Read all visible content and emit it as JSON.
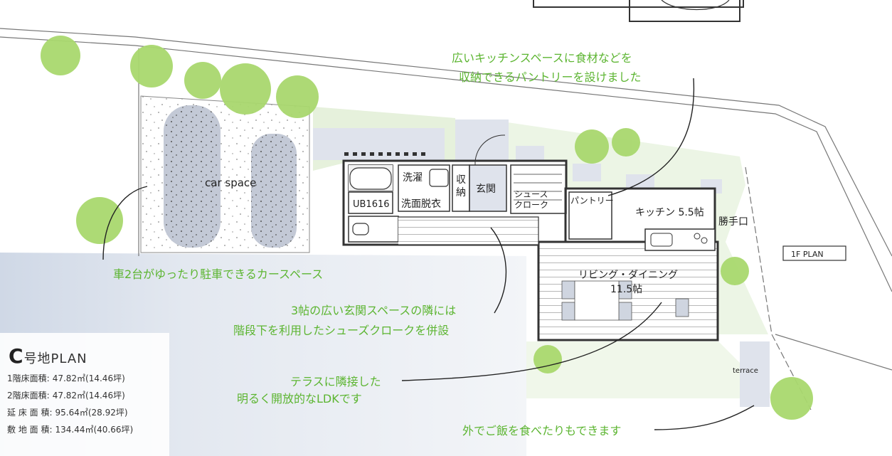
{
  "plan_title": {
    "prefix": "C",
    "rest": "号地PLAN"
  },
  "floor_badge": "1F PLAN",
  "areas": [
    {
      "label": "1階床面積:",
      "value": "47.82㎡(14.46坪)"
    },
    {
      "label": "2階床面積:",
      "value": "47.82㎡(14.46坪)"
    },
    {
      "label": "延 床 面 積:",
      "value": "95.64㎡(28.92坪)"
    },
    {
      "label": "敷 地 面 積:",
      "value": "134.44㎡(40.66坪)"
    }
  ],
  "rooms": {
    "car_space": "car space",
    "sentaku": "洗濯",
    "ub": "UB1616",
    "senmen": "洗面脱衣",
    "shuno_1": "収",
    "shuno_2": "納",
    "genkan": "玄関",
    "shoe_1": "シュース",
    "shoe_2": "クローク",
    "pantry": "パントリー",
    "kitchen": "キッチン 5.5帖",
    "katteguchi": "勝手口",
    "living_1": "リビング・ダイニング",
    "living_2": "11.5帖",
    "terrace": "terrace"
  },
  "callouts": {
    "pantry_1": "広いキッチンスペースに食材などを",
    "pantry_2": "収納できるパントリーを設けました",
    "car": "車2台がゆったり駐車できるカースペース",
    "genkan_1": "3帖の広い玄関スペースの隣には",
    "genkan_2": "階段下を利用したシューズクロークを併設",
    "ldk_1": "テラスに隣接した",
    "ldk_2": "明るく開放的なLDKです",
    "terrace": "外でご飯を食べたりもできます"
  },
  "colors": {
    "tree": "#a9d86e",
    "grass": "#e6f1dc",
    "paving": "#dfe3ec",
    "road": "#dfe5ef",
    "callout_text": "#5cb531"
  }
}
